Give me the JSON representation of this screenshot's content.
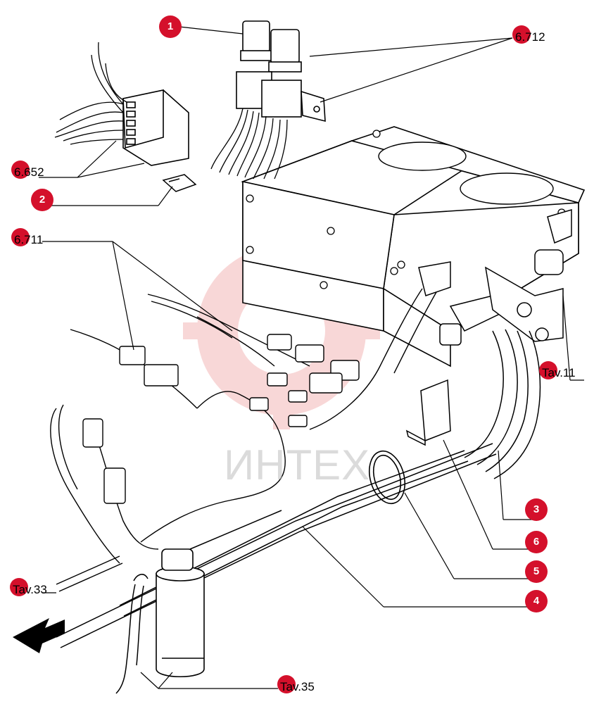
{
  "callouts": [
    {
      "id": "1",
      "label": "1"
    },
    {
      "id": "2",
      "label": "2"
    },
    {
      "id": "3",
      "label": "3"
    },
    {
      "id": "4",
      "label": "4"
    },
    {
      "id": "5",
      "label": "5"
    },
    {
      "id": "6",
      "label": "6"
    }
  ],
  "refs": {
    "ref_6712": "6.712",
    "ref_6652": "6.652",
    "ref_6711": "6.711",
    "ref_tav11": "Tav.11",
    "ref_tav33": "Tav.33",
    "ref_tav35": "Tav.35"
  },
  "watermark": {
    "text": "ИНТЕХ"
  },
  "colors": {
    "callout": "#d4102b",
    "watermark": "#f4c6c6",
    "line": "#000000"
  }
}
